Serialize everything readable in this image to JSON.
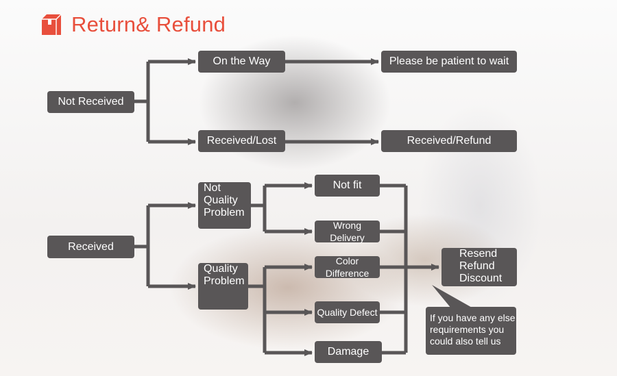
{
  "header": {
    "title": "Return& Refund",
    "icon": "package-box-icon",
    "accent_color": "#e84f3c"
  },
  "colors": {
    "node_fill": "#595657",
    "arrow": "#595657",
    "text": "#ffffff"
  },
  "flow": {
    "not_received": "Not Received",
    "on_the_way": "On the Way",
    "please_wait": "Please be patient to wait",
    "received_lost": "Received/Lost",
    "received_refund": "Received/Refund",
    "received": "Received",
    "not_quality_problem": [
      "Not",
      "Quality",
      "Problem"
    ],
    "quality_problem": [
      "Quality",
      "Problem"
    ],
    "not_fit": "Not fit",
    "wrong_delivery": "Wrong Delivery",
    "color_difference": "Color Difference",
    "quality_defect": "Quality Defect",
    "damage": "Damage",
    "outcome": [
      "Resend",
      "Refund",
      "Discount"
    ],
    "note": [
      "If you have any else",
      "requirements you",
      "could also tell us"
    ]
  }
}
